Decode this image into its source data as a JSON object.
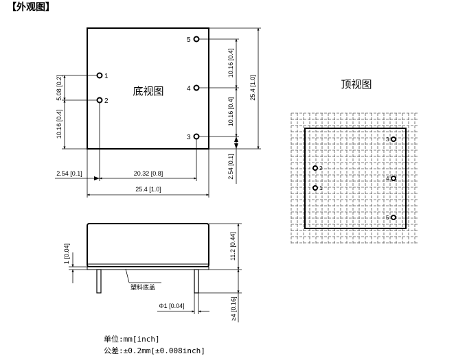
{
  "title": "【外观图】",
  "bottom_view": {
    "label": "底视图",
    "pins": [
      "1",
      "2",
      "3",
      "4",
      "5"
    ],
    "dims": {
      "pin1_2_pitch": "5.08 [0.2]",
      "pin2_bottom": "10.16 [0.4]",
      "pin5_4": "10.16 [0.4]",
      "pin4_3": "10.16 [0.4]",
      "height_total": "25.4 [1.0]",
      "pin3_bottom": "2.54 [0.1]",
      "left_offset": "2.54 [0.1]",
      "pin_span": "20.32 [0.8]",
      "width_total": "25.4 [1.0]"
    }
  },
  "side_view": {
    "dims": {
      "base": "1 [0.04]",
      "height": "11.2 [0.44]",
      "pin_diameter": "Φ1 [0.04]",
      "pin_length": "≥4 [0.16]"
    },
    "base_label": "塑料底盖"
  },
  "top_view": {
    "label": "顶视图",
    "pins": [
      "1",
      "2",
      "3",
      "4",
      "5"
    ]
  },
  "notes": {
    "unit": "单位:mm[inch]",
    "tolerance": "公差:±0.2mm[±0.008inch]"
  }
}
